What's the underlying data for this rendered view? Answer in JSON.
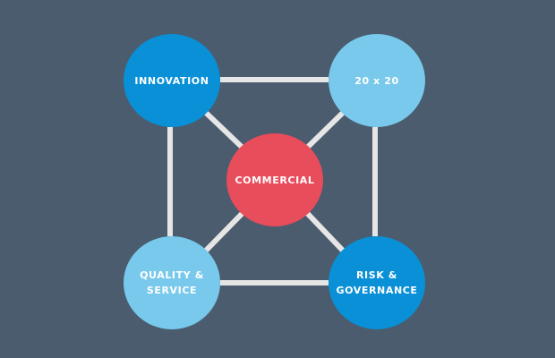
{
  "diagram": {
    "nodes": {
      "innovation": {
        "lines": [
          "INNOVATION"
        ],
        "color": "#0990d7"
      },
      "twenty": {
        "lines": [
          "20 x 20"
        ],
        "color": "#78c9ec"
      },
      "commercial": {
        "lines": [
          "COMMERCIAL"
        ],
        "color": "#e84d5b"
      },
      "quality": {
        "lines": [
          "QUALITY &",
          "SERVICE"
        ],
        "color": "#78c9ec"
      },
      "risk": {
        "lines": [
          "RISK &",
          "GOVERNANCE"
        ],
        "color": "#0990d7"
      }
    },
    "connectors": [
      [
        "innovation",
        "twenty"
      ],
      [
        "innovation",
        "quality"
      ],
      [
        "twenty",
        "risk"
      ],
      [
        "quality",
        "risk"
      ],
      [
        "innovation",
        "commercial"
      ],
      [
        "twenty",
        "commercial"
      ],
      [
        "quality",
        "commercial"
      ],
      [
        "risk",
        "commercial"
      ]
    ],
    "connector_color": "#e6e6e6",
    "background_color": "#4a5c6d"
  }
}
